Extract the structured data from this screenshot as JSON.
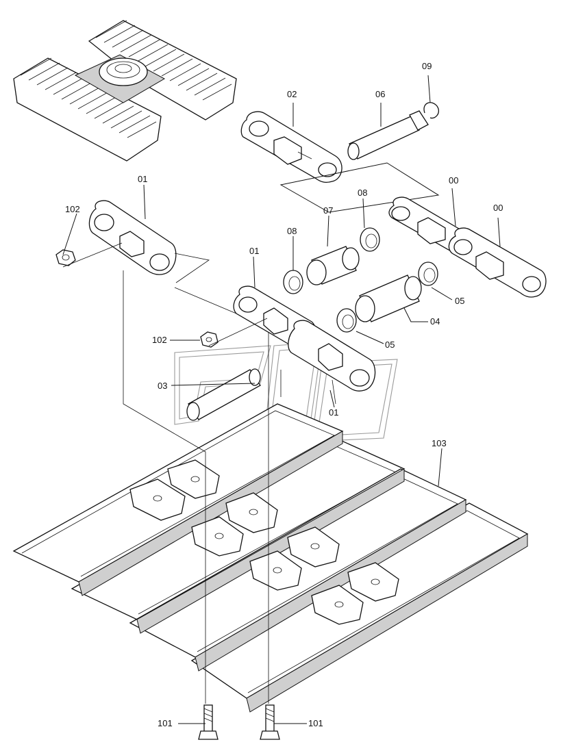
{
  "labels": {
    "part_00_a": "00",
    "part_00_b": "00",
    "part_01_a": "01",
    "part_01_b": "01",
    "part_01_c": "01",
    "part_02": "02",
    "part_03": "03",
    "part_04": "04",
    "part_05_a": "05",
    "part_05_b": "05",
    "part_06": "06",
    "part_07": "07",
    "part_08_a": "08",
    "part_08_b": "08",
    "part_09": "09",
    "part_101_a": "101",
    "part_101_b": "101",
    "part_102_a": "102",
    "part_102_b": "102",
    "part_103": "103"
  }
}
